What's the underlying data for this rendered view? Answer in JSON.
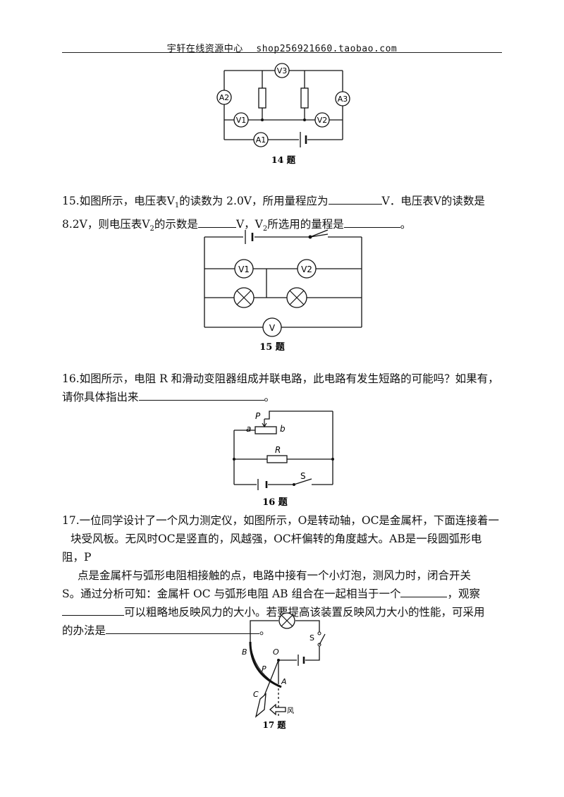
{
  "header": {
    "store": "宇轩在线资源中心",
    "site": "shop256921660.taobao.com"
  },
  "fig14": {
    "caption": "14 题",
    "meters": {
      "a2": "A2",
      "a3": "A3",
      "a1": "A1",
      "v1": "V1",
      "v2": "V2",
      "v3": "V3"
    }
  },
  "q15": {
    "p1": "15.如图所示，电压表V",
    "s1": "1",
    "p2": "的读数为 2.0V，所用量程应为",
    "p3": "V．电压表V的读数是",
    "p4": "8.2V，则电压表V",
    "s2": "2",
    "p5": "的示数是",
    "p6": "V，V",
    "s3": "2",
    "p7": "所选用的量程是",
    "p8": "。",
    "fig": {
      "caption": "15 题",
      "v1": "V1",
      "v2": "V2",
      "v": "V"
    }
  },
  "q16": {
    "line1": "16.如图所示，电阻 R 和滑动变阻器组成并联电路，此电路有发生短路的可能吗？如果有，",
    "line2": "请你具体指出来",
    "end": "。",
    "fig": {
      "caption": "16 题",
      "p": "P",
      "a": "a",
      "b": "b",
      "r": "R",
      "s": "S"
    }
  },
  "q17": {
    "l1": "17.一位同学设计了一个风力测定仪，如图所示，O是转动轴，OC是金属杆，下面连接着一",
    "l2": "块受风板。无风时OC是竖直的，风越强，OC杆偏转的角度越大。AB是一段圆弧形电阻，P",
    "l3": "点是金属杆与弧形电阻相接触的点，电路中接有一个小灯泡，测风力时，闭合开关",
    "l4a": "S。通过分析可知：金属杆 OC 与弧形电阻 AB 组合在一起相当于一个",
    "l4b": "，观察",
    "l5": "可以粗略地反映风力的大小。若要提高该装置反映风力大小的性能，可采用",
    "l6": "的办法是",
    "l6end": "。",
    "fig": {
      "caption": "17 题",
      "b": "B",
      "o": "O",
      "p": "P",
      "a": "A",
      "c": "C",
      "s": "S",
      "wind": "风"
    }
  }
}
